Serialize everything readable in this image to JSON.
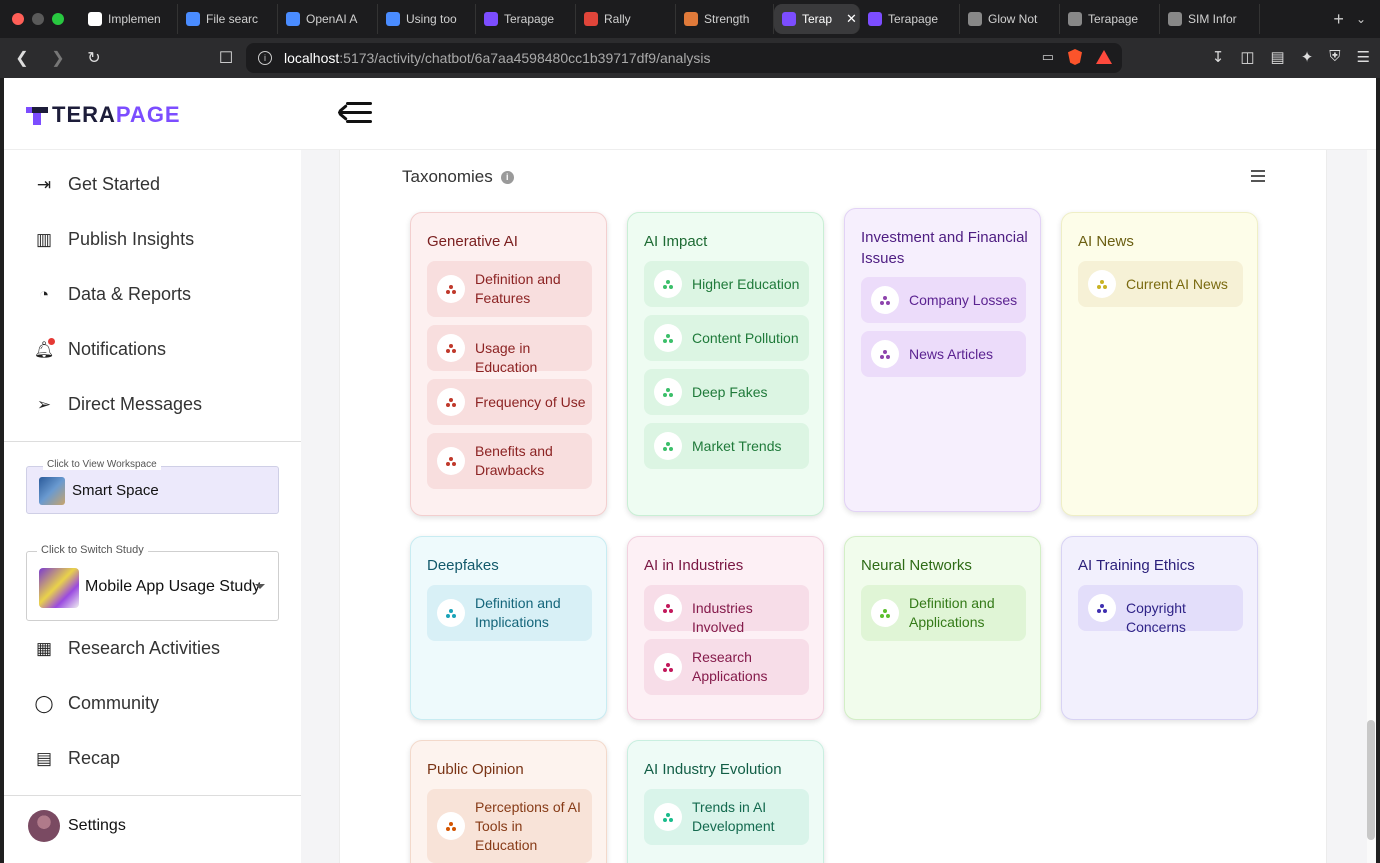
{
  "browser": {
    "tabs": [
      {
        "label": "Implemen",
        "color": "#ffffff"
      },
      {
        "label": "File searc",
        "color": "#4a8cff"
      },
      {
        "label": "OpenAI A",
        "color": "#4a8cff"
      },
      {
        "label": "Using too",
        "color": "#4a8cff"
      },
      {
        "label": "Terapage",
        "color": "#7c4dff"
      },
      {
        "label": "Rally",
        "color": "#e0453a"
      },
      {
        "label": "Strength",
        "color": "#e07a3a"
      },
      {
        "label": "Terap",
        "color": "#7c4dff",
        "active": true
      },
      {
        "label": "Terapage",
        "color": "#7c4dff"
      },
      {
        "label": "Glow Not",
        "color": "#888888"
      },
      {
        "label": "Terapage",
        "color": "#888888"
      },
      {
        "label": "SIM Infor",
        "color": "#888888"
      }
    ],
    "url_host": "localhost",
    "url_path": ":5173/activity/chatbot/6a7aa4598480cc1b39717df9/analysis"
  },
  "app": {
    "logo_prefix": "TERA",
    "logo_suffix": "PAGE"
  },
  "sidebar": {
    "items_top": [
      {
        "label": "Get Started",
        "icon": "login-arrow-icon"
      },
      {
        "label": "Publish Insights",
        "icon": "library-icon"
      },
      {
        "label": "Data & Reports",
        "icon": "chart-pie-icon"
      },
      {
        "label": "Notifications",
        "icon": "bell-icon"
      },
      {
        "label": "Direct Messages",
        "icon": "send-icon"
      }
    ],
    "workspace_label": "Click to View Workspace",
    "workspace_name": "Smart Space",
    "study_label": "Click to Switch Study",
    "study_name": "Mobile App Usage Study",
    "items_bottom": [
      {
        "label": "Research Activities",
        "icon": "map-icon"
      },
      {
        "label": "Community",
        "icon": "chat-bubble-icon"
      },
      {
        "label": "Recap",
        "icon": "notebook-icon"
      }
    ],
    "settings_label": "Settings"
  },
  "panel": {
    "title": "Taxonomies",
    "info_glyph": "i"
  },
  "taxonomies": [
    {
      "title": "Generative AI",
      "theme": "red",
      "items": [
        "Definition and Features",
        "Usage in Education",
        "Frequency of Use",
        "Benefits and Drawbacks"
      ]
    },
    {
      "title": "AI Impact",
      "theme": "green",
      "items": [
        "Higher Education",
        "Content Pollution",
        "Deep Fakes",
        "Market Trends"
      ]
    },
    {
      "title": "Investment and Financial Issues",
      "theme": "purple",
      "items": [
        "Company Losses",
        "News Articles"
      ]
    },
    {
      "title": "AI News",
      "theme": "yellow",
      "items": [
        "Current AI News"
      ]
    },
    {
      "title": "Deepfakes",
      "theme": "cyan",
      "items": [
        "Definition and Implications"
      ]
    },
    {
      "title": "AI in Industries",
      "theme": "pink",
      "items": [
        "Industries Involved",
        "Research Applications"
      ]
    },
    {
      "title": "Neural Networks",
      "theme": "lime",
      "items": [
        "Definition and Applications"
      ]
    },
    {
      "title": "AI Training Ethics",
      "theme": "indigo",
      "items": [
        "Copyright Concerns"
      ]
    },
    {
      "title": "Public Opinion",
      "theme": "orange",
      "items": [
        "Perceptions of AI Tools in Education"
      ]
    },
    {
      "title": "AI Industry Evolution",
      "theme": "teal",
      "items": [
        "Trends in AI Development"
      ]
    }
  ],
  "themes": {
    "red": {
      "card": "#fdf0f0",
      "border": "#f3cfcf",
      "chip": "#f8dede",
      "title": "#7a1f1f",
      "text": "#8c2323",
      "icon": "#c0392b"
    },
    "green": {
      "card": "#eefcf2",
      "border": "#c9efd5",
      "chip": "#dcf5e3",
      "title": "#1e6b34",
      "text": "#1f7a3a",
      "icon": "#3cbf6a"
    },
    "purple": {
      "card": "#f6effd",
      "border": "#e2d2f6",
      "chip": "#ecdcfa",
      "title": "#4e1d82",
      "text": "#5b2391",
      "icon": "#8e44ad"
    },
    "yellow": {
      "card": "#fdfde9",
      "border": "#efefc6",
      "chip": "#f6f1d6",
      "title": "#6b5f12",
      "text": "#7a6a10",
      "icon": "#c9b324"
    },
    "cyan": {
      "card": "#eefafc",
      "border": "#c8ecf2",
      "chip": "#d8f0f6",
      "title": "#12596b",
      "text": "#14657a",
      "icon": "#1aa3b8"
    },
    "pink": {
      "card": "#fdf0f5",
      "border": "#f2d1df",
      "chip": "#f7dde8",
      "title": "#7a1743",
      "text": "#851b4b",
      "icon": "#c2185b"
    },
    "lime": {
      "card": "#f1fcec",
      "border": "#d3efc6",
      "chip": "#e0f5d6",
      "title": "#2e6b16",
      "text": "#347a18",
      "icon": "#5cbf2e"
    },
    "indigo": {
      "card": "#f2f0fd",
      "border": "#d8d3f4",
      "chip": "#e3defa",
      "title": "#2b1f7a",
      "text": "#2f2387",
      "icon": "#3f2fb0"
    },
    "orange": {
      "card": "#fdf3ee",
      "border": "#f3d9cb",
      "chip": "#f8e3d8",
      "title": "#7a3415",
      "text": "#873b17",
      "icon": "#d35400"
    },
    "teal": {
      "card": "#eefbf6",
      "border": "#c9efe0",
      "chip": "#d9f4ea",
      "title": "#125e46",
      "text": "#146a4f",
      "icon": "#1abc8c"
    }
  }
}
